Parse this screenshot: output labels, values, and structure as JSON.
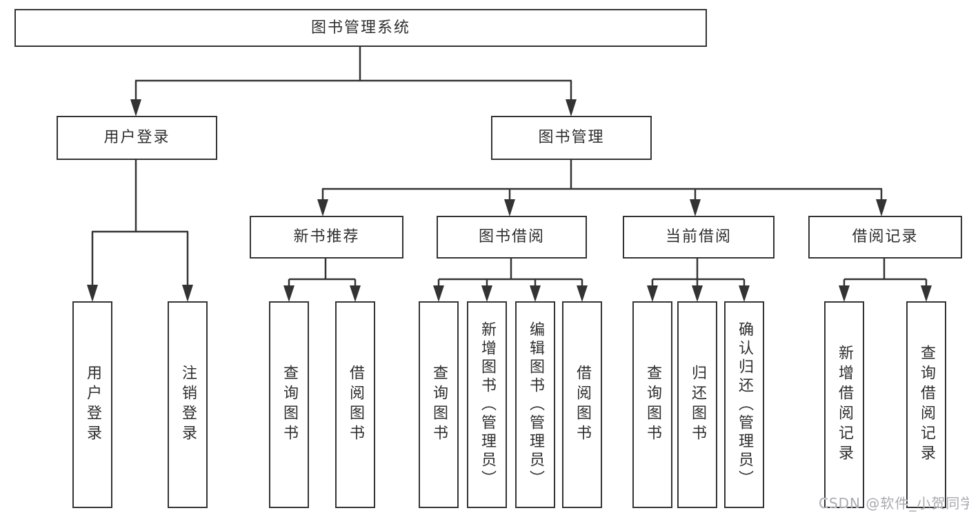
{
  "diagram": {
    "type": "tree",
    "title": "图书管理系统",
    "colors": {
      "line": "#333333",
      "text": "#2e2e2e",
      "box_background": "#ffffff",
      "page_background": "#ffffff",
      "watermark": "#a9aaaf"
    },
    "nodes": {
      "root": "图书管理系统",
      "user_login": "用户登录",
      "book_management": "图书管理",
      "new_book_recommend": "新书推荐",
      "book_borrowing": "图书借阅",
      "current_borrowing": "当前借阅",
      "borrowing_records": "借阅记录",
      "leaf_user_login": "用户登录",
      "leaf_logout": "注销登录",
      "leaf_nb_query_books": "查询图书",
      "leaf_nb_borrow_books": "借阅图书",
      "leaf_bb_query_books": "查询图书",
      "leaf_bb_add_books": "新增图书（管理员）",
      "leaf_bb_edit_books": "编辑图书（管理员）",
      "leaf_bb_borrow_books": "借阅图书",
      "leaf_cb_query_books": "查询图书",
      "leaf_cb_return_books": "归还图书",
      "leaf_cb_confirm_return": "确认归还（管理员）",
      "leaf_br_add_record": "新增借阅记录",
      "leaf_br_query_record": "查询借阅记录"
    },
    "hierarchy": {
      "图书管理系统": {
        "用户登录": [
          "用户登录",
          "注销登录"
        ],
        "图书管理": {
          "新书推荐": [
            "查询图书",
            "借阅图书"
          ],
          "图书借阅": [
            "查询图书",
            "新增图书（管理员）",
            "编辑图书（管理员）",
            "借阅图书"
          ],
          "当前借阅": [
            "查询图书",
            "归还图书",
            "确认归还（管理员）"
          ],
          "借阅记录": [
            "新增借阅记录",
            "查询借阅记录"
          ]
        }
      }
    },
    "watermark": "CSDN @软件_小贺同学"
  }
}
